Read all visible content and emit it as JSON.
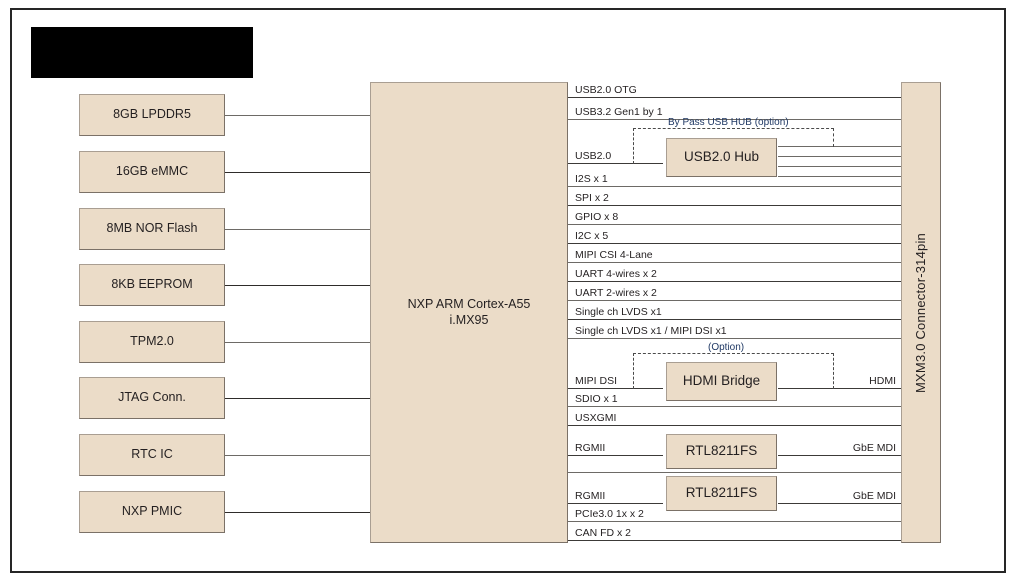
{
  "diagram": {
    "title_redacted": true,
    "colors": {
      "block_fill": "#ebdcc8",
      "block_border": "#7b7167",
      "line": "#6d6a66",
      "option_text": "#1f3864",
      "frame": "#262626"
    },
    "soc": {
      "label": "NXP ARM Cortex-A55\ni.MX95"
    },
    "connector": {
      "label": "MXM3.0 Connector-314pin"
    },
    "left_blocks": [
      {
        "label": "8GB LPDDR5"
      },
      {
        "label": "16GB eMMC"
      },
      {
        "label": "8MB NOR Flash"
      },
      {
        "label": "8KB EEPROM"
      },
      {
        "label": "TPM2.0"
      },
      {
        "label": "JTAG Conn."
      },
      {
        "label": "RTC IC"
      },
      {
        "label": "NXP PMIC"
      }
    ],
    "interfaces": [
      {
        "label": "USB2.0 OTG"
      },
      {
        "label": "USB3.2 Gen1 by 1"
      },
      {
        "label": "USB2.0"
      },
      {
        "label": "I2S x 1"
      },
      {
        "label": "SPI x 2"
      },
      {
        "label": "GPIO x 8"
      },
      {
        "label": "I2C x 5"
      },
      {
        "label": "MIPI CSI 4-Lane"
      },
      {
        "label": "UART 4-wires x 2"
      },
      {
        "label": "UART 2-wires x 2"
      },
      {
        "label": "Single ch LVDS x1"
      },
      {
        "label": "Single ch LVDS x1 / MIPI DSI x1"
      },
      {
        "label": "MIPI DSI"
      },
      {
        "label": "SDIO x 1"
      },
      {
        "label": "USXGMI"
      },
      {
        "label": "RGMII"
      },
      {
        "label": "RGMII"
      },
      {
        "label": "PCIe3.0 1x  x 2"
      },
      {
        "label": "CAN FD x 2"
      }
    ],
    "right_labels": [
      {
        "label": "HDMI"
      },
      {
        "label": "GbE MDI"
      },
      {
        "label": "GbE MDI"
      }
    ],
    "chips": [
      {
        "label": "USB2.0 Hub"
      },
      {
        "label": "HDMI Bridge"
      },
      {
        "label": "RTL8211FS"
      },
      {
        "label": "RTL8211FS"
      }
    ],
    "options": [
      {
        "label": "By Pass USB HUB (option)"
      },
      {
        "label": "(Option)"
      }
    ]
  }
}
